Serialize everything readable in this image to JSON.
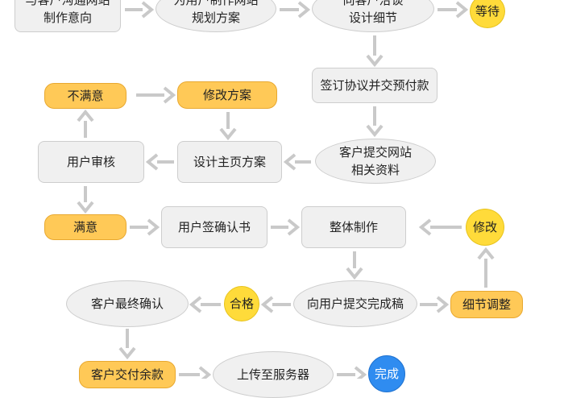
{
  "colors": {
    "box_fill": "#f0f0f0",
    "box_border": "#cdcdcd",
    "status_fill": "#ffc957",
    "status_circle": "#ffdb3a",
    "done_circle": "#2f8cf0",
    "arrow": "#c9c9c9"
  },
  "nodes": {
    "communicate_intent": "与客户沟通网站\n制作意向",
    "plan_solution": "为用户制作网站\n规划方案",
    "negotiate_details": "向客户洽谈\n设计细节",
    "wait": "等待",
    "sign_agreement": "签订协议并交预付款",
    "unsatisfied": "不满意",
    "revise_plan": "修改方案",
    "user_review": "用户审核",
    "design_homepage": "设计主页方案",
    "submit_materials": "客户提交网站\n相关资料",
    "satisfied": "满意",
    "sign_confirmation": "用户签确认书",
    "overall_production": "整体制作",
    "modify": "修改",
    "final_confirmation": "客户最终确认",
    "qualified": "合格",
    "submit_completed": "向用户提交完成稿",
    "detail_adjust": "细节调整",
    "pay_balance": "客户交付余款",
    "upload_server": "上传至服务器",
    "complete": "完成"
  }
}
